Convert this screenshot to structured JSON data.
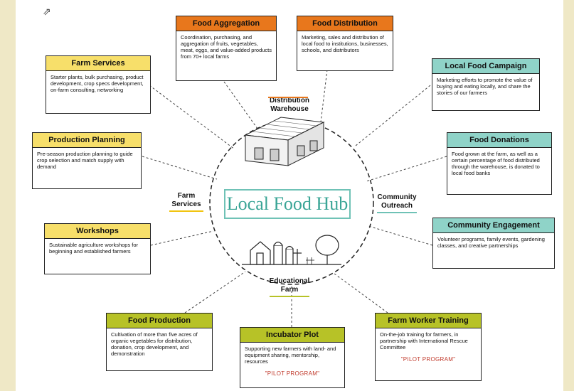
{
  "hub": {
    "title": "Local Food Hub"
  },
  "labels": {
    "distribution": [
      "Distribution",
      "Warehouse"
    ],
    "farm_services": [
      "Farm",
      "Services"
    ],
    "community": [
      "Community",
      "Outreach"
    ],
    "educational": [
      "Educational",
      "Farm"
    ]
  },
  "boxes": {
    "food_aggregation": {
      "title": "Food Aggregation",
      "text": "Coordination, purchasing, and aggregation of fruits, vegetables, meat, eggs, and value-added products from 70+ local farms"
    },
    "food_distribution": {
      "title": "Food Distribution",
      "text": "Marketing, sales and distribution of local food to institutions, businesses, schools, and distributors"
    },
    "farm_services": {
      "title": "Farm Services",
      "text": "Starter plants, bulk purchasing, product development, crop specs development, on-farm consulting, networking"
    },
    "local_food_campaign": {
      "title": "Local Food Campaign",
      "text": "Marketing efforts to promote the value of buying and eating locally, and share the stories of our farmers"
    },
    "production_planning": {
      "title": "Production Planning",
      "text": "Pre-season production planning to guide crop selection and match supply with demand"
    },
    "food_donations": {
      "title": "Food Donations",
      "text": "Food grown at the farm, as well as a certain percentage of food distributed through the warehouse, is donated to local food banks"
    },
    "workshops": {
      "title": "Workshops",
      "text": "Sustainable agriculture workshops for beginning and established farmers"
    },
    "community_engagement": {
      "title": "Community Engagement",
      "text": "Volunteer programs, family events, gardening classes, and creative partnerships"
    },
    "food_production": {
      "title": "Food Production",
      "text": "Cultivation of more than five acres of organic vegetables for distribution, donation, crop development, and demonstration"
    },
    "incubator_plot": {
      "title": "Incubator Plot",
      "text": "Supporting new farmers with land- and equipment sharing, mentorship, resources",
      "pilot": "\"PILOT PROGRAM\""
    },
    "farm_worker_training": {
      "title": "Farm Worker Training",
      "text": "On-the-job training for farmers, in partnership with International Rescue Committee",
      "pilot": "\"PILOT PROGRAM\""
    }
  },
  "colors": {
    "orange": "#e8771c",
    "yellow": "#f7df6a",
    "teal": "#8fd3c8",
    "olive": "#b7c227",
    "hub_teal": "#3aa596",
    "pilot_red": "#c0392b"
  }
}
